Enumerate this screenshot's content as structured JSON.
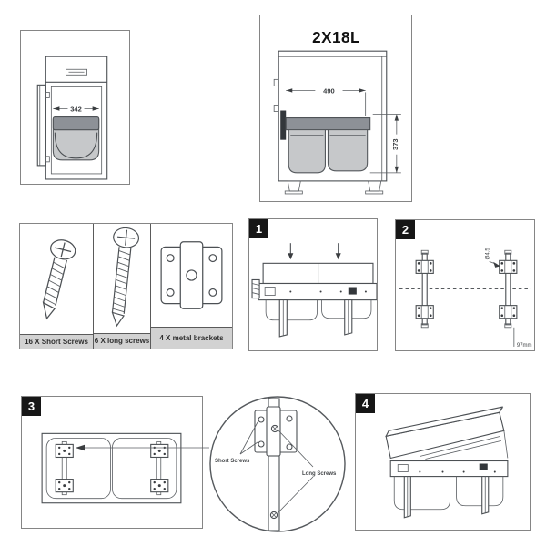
{
  "product": {
    "title": "2X18L"
  },
  "dimensions": {
    "door_opening_width": "342",
    "unit_width": "490",
    "unit_height": "373",
    "side_offset": "97mm",
    "hole_diameter": "Ø4.5"
  },
  "parts": {
    "items": [
      {
        "label": "16 X Short Screws",
        "icon": "short-screw-icon"
      },
      {
        "label": "6 X long screws",
        "icon": "long-screw-icon"
      },
      {
        "label": "4 X metal brackets",
        "icon": "metal-bracket-icon"
      }
    ]
  },
  "steps": {
    "step1": "1",
    "step2": "2",
    "step3": "3",
    "step4": "4"
  },
  "detail_view": {
    "short_screws_label": "Short Screws",
    "long_screws_label": "Long Screws"
  },
  "colors": {
    "line_art": "#4c5054",
    "panel_border": "#858585",
    "bin_fill": "#c6c8ca",
    "lid_fill": "#8d9197",
    "label_bar_bg": "#d2d2d2",
    "badge_bg": "#161616",
    "badge_text": "#ffffff"
  }
}
